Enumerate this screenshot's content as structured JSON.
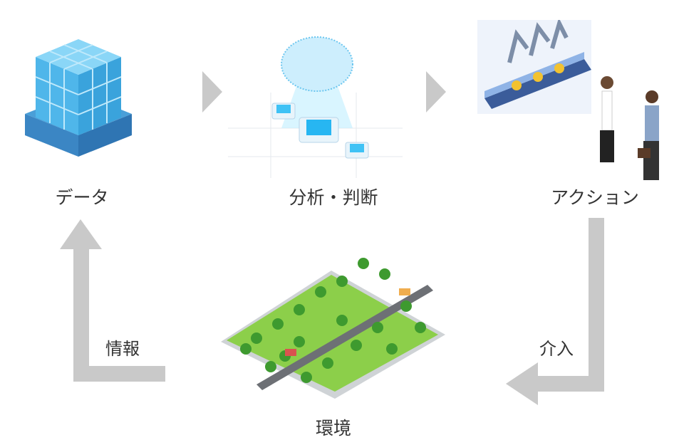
{
  "nodes": {
    "data": {
      "label": "データ",
      "icon": "database-cube-icon"
    },
    "analysis": {
      "label": "分析・判断",
      "icon": "ai-brain-icon"
    },
    "action": {
      "label": "アクション",
      "icon": "factory-handshake-icon"
    },
    "environment": {
      "label": "環境",
      "icon": "city-icon"
    }
  },
  "edges": {
    "information": {
      "label": "情報"
    },
    "intervention": {
      "label": "介入"
    }
  },
  "colors": {
    "arrow": "#c9c9c9",
    "cube": "#5bbbe8",
    "text": "#333333"
  }
}
